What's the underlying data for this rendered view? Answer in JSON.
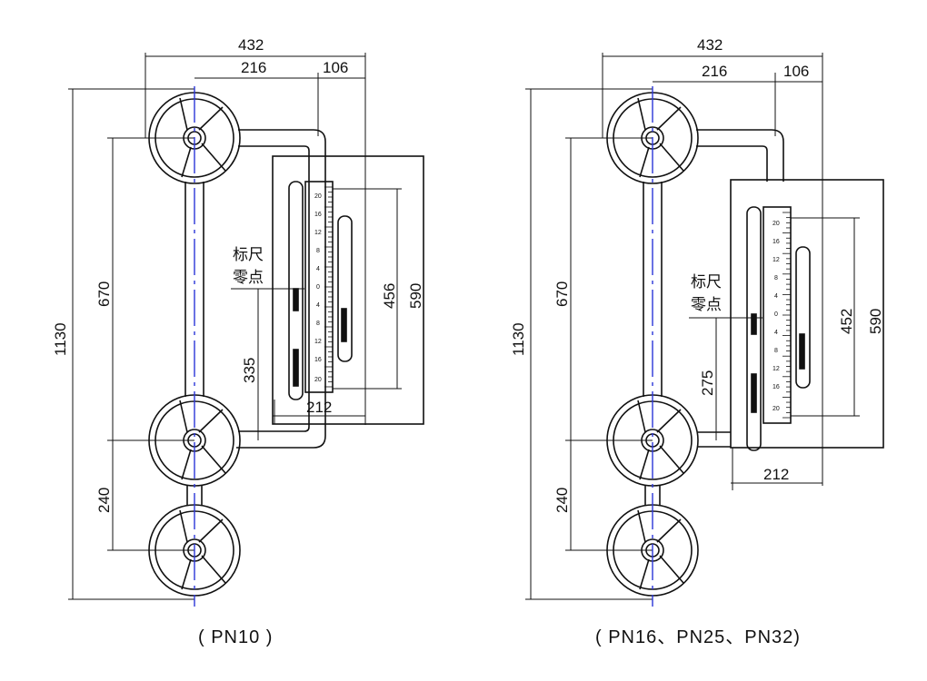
{
  "drawings": [
    {
      "caption": "( PN10 )",
      "dimensions": {
        "overall_width": "432",
        "half_width": "216",
        "offset": "106",
        "total_height": "1130",
        "valve_spacing": "670",
        "lower_spacing": "240",
        "zero_height": "335",
        "scale_range": "456",
        "plate_height": "590",
        "plate_width": "212"
      },
      "scale_zero_label": [
        "标尺",
        "零点"
      ],
      "scale_ticks": [
        "20",
        "16",
        "12",
        "8",
        "4",
        "0",
        "4",
        "8",
        "12",
        "16",
        "20"
      ]
    },
    {
      "caption": "( PN16、PN25、PN32)",
      "dimensions": {
        "overall_width": "432",
        "half_width": "216",
        "offset": "106",
        "total_height": "1130",
        "valve_spacing": "670",
        "lower_spacing": "240",
        "zero_height": "275",
        "scale_range": "452",
        "plate_height": "590",
        "plate_width": "212"
      },
      "scale_zero_label": [
        "标尺",
        "零点"
      ],
      "scale_ticks": [
        "20",
        "16",
        "12",
        "8",
        "4",
        "0",
        "4",
        "8",
        "12",
        "16",
        "20"
      ]
    }
  ],
  "colors": {
    "line": "#111111",
    "centerline": "#2b35d8",
    "indicator": "#111111"
  }
}
